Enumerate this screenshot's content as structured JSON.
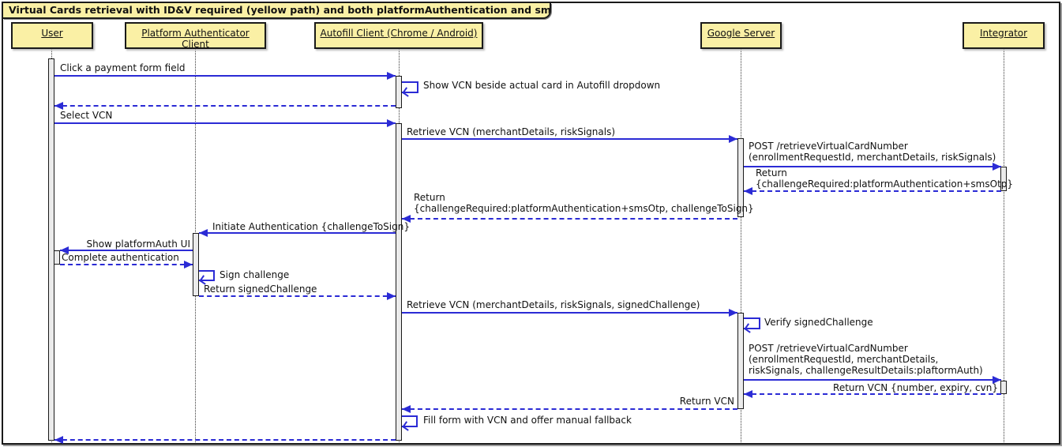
{
  "diagram": {
    "title": "Virtual Cards retrieval with ID&V required (yellow path) and both platformAuthentication and smsOtp returned",
    "type": "uml-sequence-diagram",
    "colors": {
      "participant_fill": "#FAF0A5",
      "participant_border": "#1A1A1A",
      "arrow": "#2B2BD5",
      "activation_fill": "#EBEBEB",
      "background": "#FFFFFF"
    }
  },
  "participants": [
    {
      "name": "User"
    },
    {
      "name": "Platform Authenticator Client"
    },
    {
      "name": "Autofill Client (Chrome / Android)"
    },
    {
      "name": "Google Server"
    },
    {
      "name": "Integrator"
    }
  ],
  "messages": {
    "m1": "Click a payment form field",
    "m2": "Show VCN beside actual card in Autofill dropdown",
    "m4": "Select VCN",
    "m5": "Retrieve VCN (merchantDetails, riskSignals)",
    "m6": "POST /retrieveVirtualCardNumber\n(enrollmentRequestId, merchantDetails, riskSignals)",
    "m7": "Return\n{challengeRequired:platformAuthentication+smsOtp}",
    "m8": "Return\n{challengeRequired:platformAuthentication+smsOtp, challengeToSign}",
    "m9": "Initiate Authentication {challengeToSign}",
    "m10": "Show platformAuth UI",
    "m11": "Complete authentication",
    "m12": "Sign challenge",
    "m13": "Return signedChallenge",
    "m14": "Retrieve VCN (merchantDetails, riskSignals, signedChallenge)",
    "m15": "Verify signedChallenge",
    "m16": "POST /retrieveVirtualCardNumber\n(enrollmentRequestId, merchantDetails,\nriskSignals, challengeResultDetails:plaftormAuth)",
    "m17": "Return VCN {number, expiry, cvn}",
    "m18": "Return VCN",
    "m19": "Fill form with VCN and offer manual fallback"
  }
}
